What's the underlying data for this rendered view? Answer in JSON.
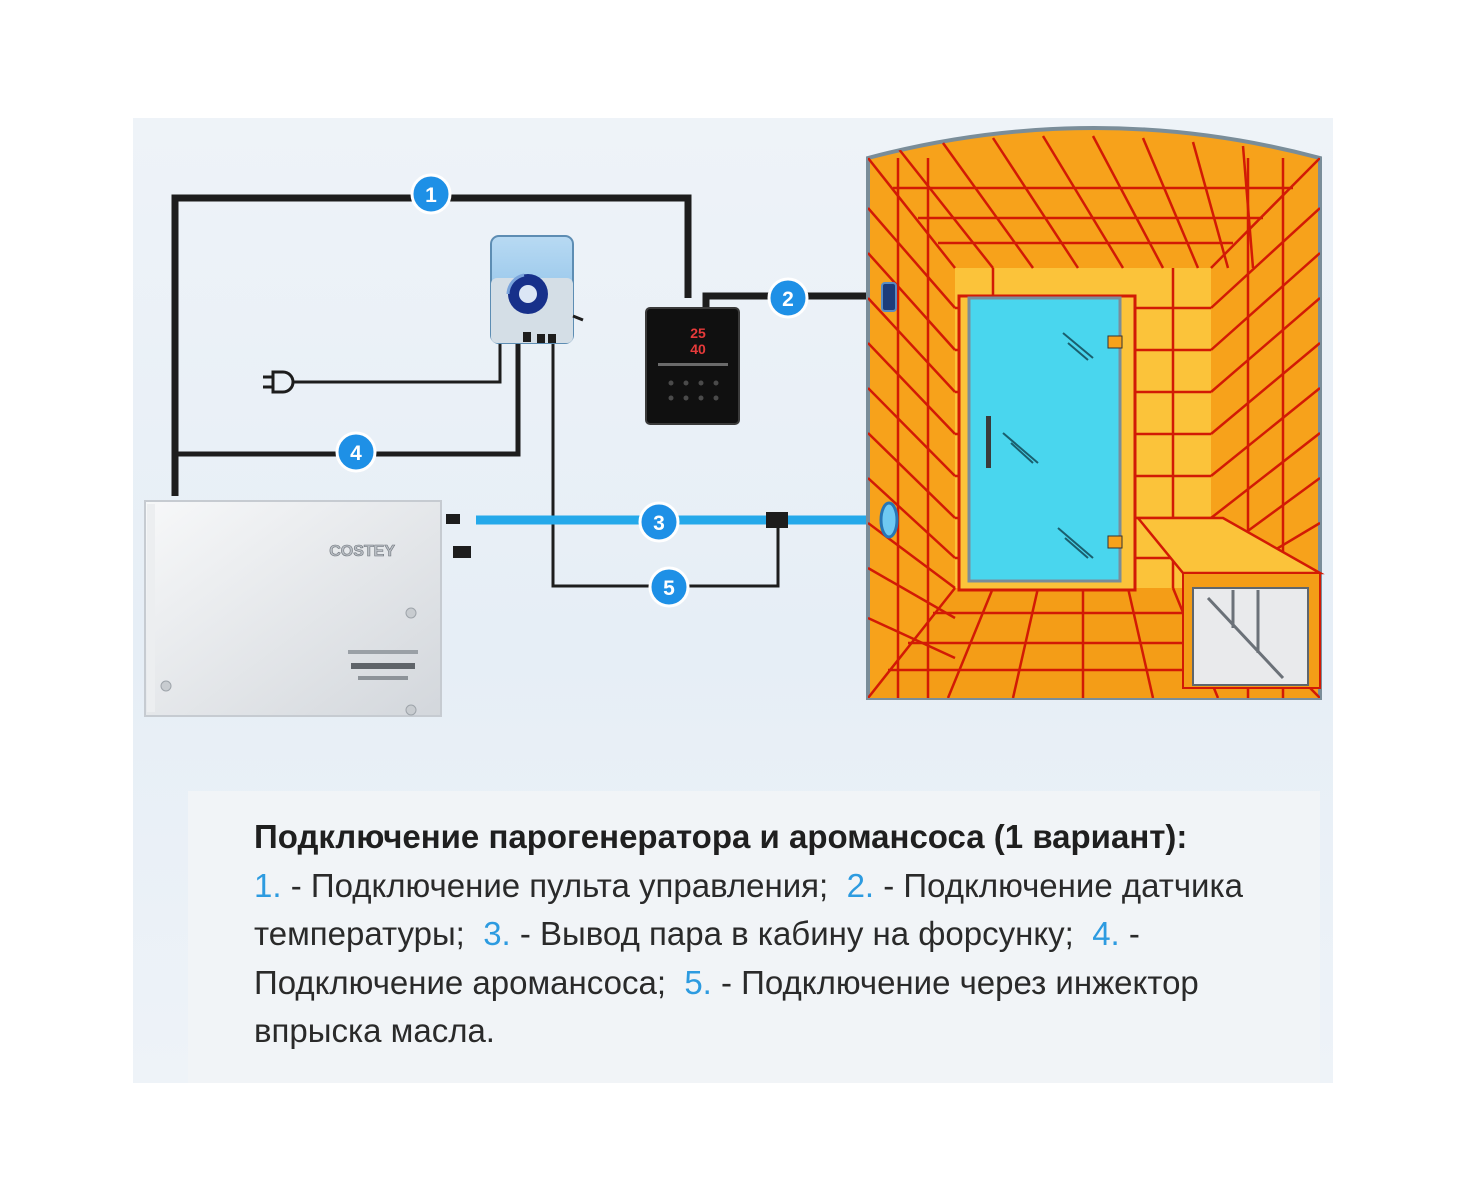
{
  "diagram": {
    "markers": [
      "1",
      "2",
      "3",
      "4",
      "5"
    ],
    "generator_brand": "COSTEY",
    "controller_display": {
      "line1": "25",
      "line2": "40"
    }
  },
  "caption": {
    "title": "Подключение парогенератора и аромансоса (1 вариант):",
    "items": [
      {
        "num": "1.",
        "text": " - Подключение пульта управления;"
      },
      {
        "num": "2.",
        "text": " - Подключение датчика температуры;"
      },
      {
        "num": "3.",
        "text": " - Вывод пара в кабину на форсунку;"
      },
      {
        "num": "4.",
        "text": " - Подключение аромансоса;"
      },
      {
        "num": "5.",
        "text": " - Подключение через инжектор впрыска масла."
      }
    ]
  },
  "colors": {
    "marker": "#1e90e6",
    "steam_pipe": "#25a9ea",
    "tile": "#f7a21b",
    "grout": "#d21a05",
    "glass": "#49d6ee"
  }
}
